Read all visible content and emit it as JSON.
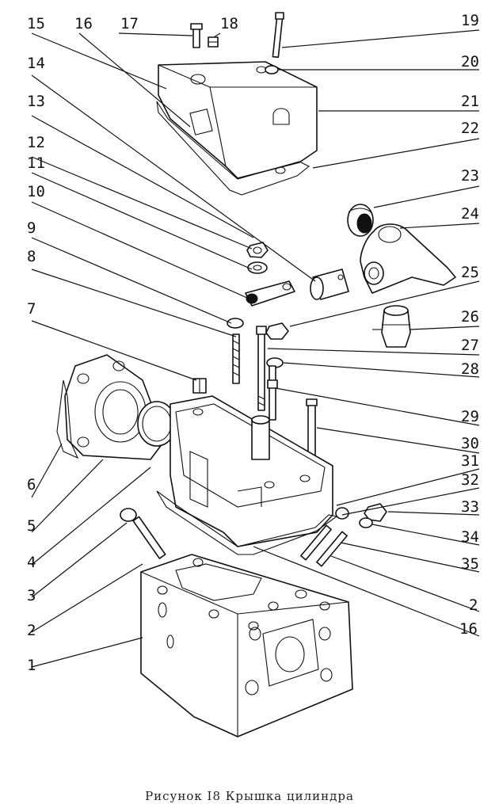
{
  "caption": "Рисунок  I8  Крышка цилиндра",
  "callouts": [
    "1",
    "2",
    "2",
    "3",
    "4",
    "5",
    "6",
    "7",
    "8",
    "9",
    "10",
    "11",
    "12",
    "13",
    "14",
    "15",
    "16",
    "16",
    "17",
    "18",
    "19",
    "20",
    "21",
    "22",
    "23",
    "24",
    "25",
    "26",
    "27",
    "28",
    "29",
    "30",
    "31",
    "32",
    "33",
    "34",
    "35"
  ]
}
